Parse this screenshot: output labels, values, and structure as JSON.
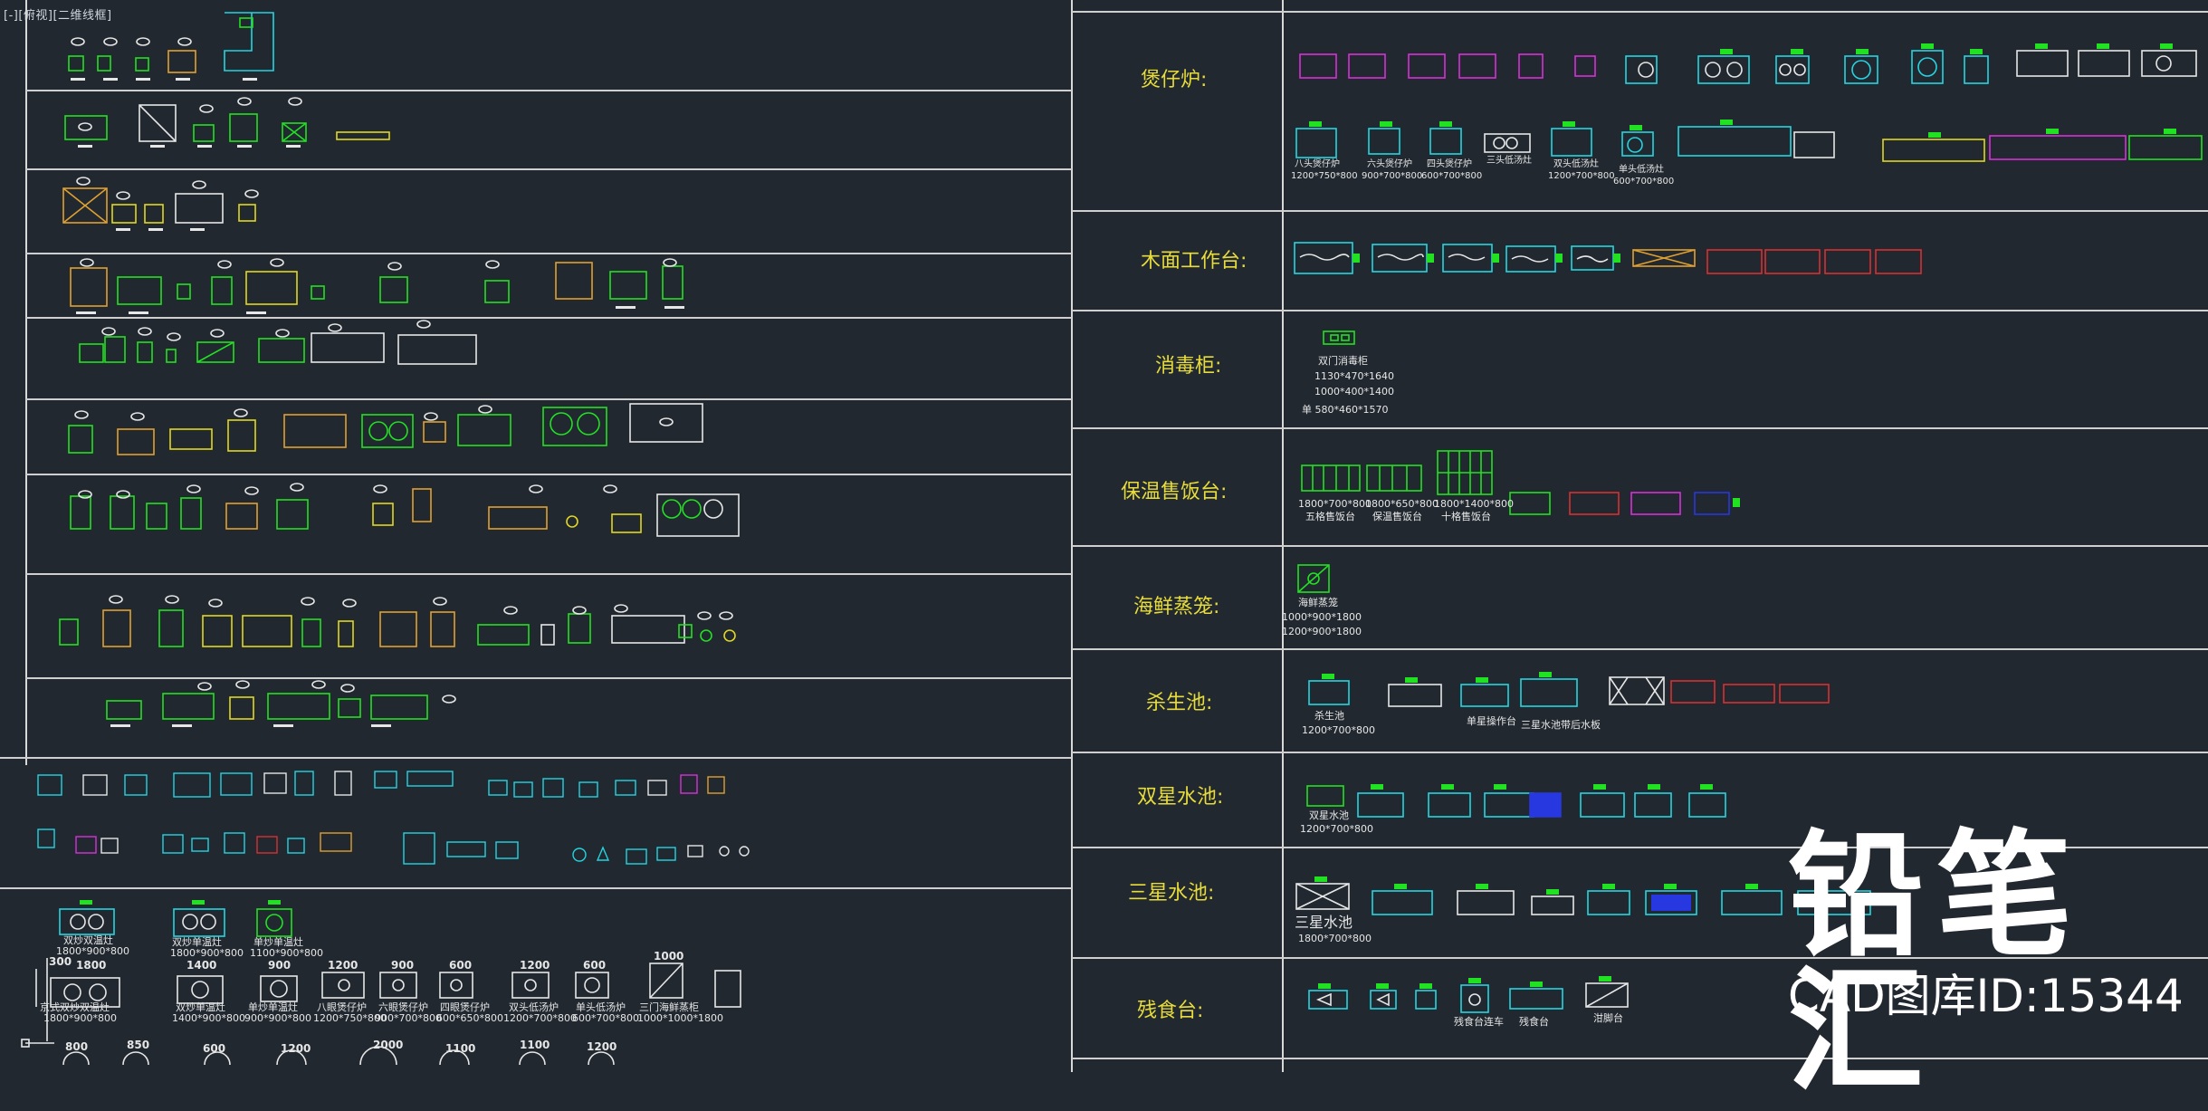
{
  "viewport_label": "[-][俯视][二维线框]",
  "categories": [
    {
      "key": "clay_pot_stove",
      "label": "煲仔炉:"
    },
    {
      "key": "wood_worktable",
      "label": "木面工作台:"
    },
    {
      "key": "disinfection_cabinet",
      "label": "消毒柜:"
    },
    {
      "key": "warming_rice_counter",
      "label": "保温售饭台:"
    },
    {
      "key": "seafood_steamer",
      "label": "海鲜蒸笼:"
    },
    {
      "key": "slaughter_sink",
      "label": "杀生池:"
    },
    {
      "key": "double_sink",
      "label": "双星水池:"
    },
    {
      "key": "triple_sink",
      "label": "三星水池:"
    },
    {
      "key": "leftover_table",
      "label": "残食台:"
    }
  ],
  "captions": {
    "stove_1": "八头煲仔炉",
    "stove_1_dim": "1200*750*800",
    "stove_2": "六头煲仔炉",
    "stove_2_dim": "900*700*800",
    "stove_3": "四头煲仔炉",
    "stove_3_dim": "600*700*800",
    "stove_4": "三头低汤灶",
    "stove_5": "双头低汤灶",
    "stove_5_dim": "1200*700*800",
    "stove_6": "单头低汤灶",
    "stove_6_dim": "600*700*800",
    "disinf_name": "双门消毒柜",
    "disinf_dim1": "1130*470*1640",
    "disinf_dim2": "1000*400*1400",
    "disinf_dim3": "单 580*460*1570",
    "warm_1_dim": "1800*700*800",
    "warm_1_name": "五格售饭台",
    "warm_2_dim": "1800*650*800",
    "warm_2_name": "保温售饭台",
    "warm_3_dim": "1800*1400*800",
    "warm_3_name": "十格售饭台",
    "steamer_name": "海鲜蒸笼",
    "steamer_dim1": "1000*900*1800",
    "steamer_dim2": "1200*900*1800",
    "slaughter_name": "杀生池",
    "slaughter_dim": "1200*700*800",
    "slaughter_2": "单星操作台",
    "slaughter_3": "三星水池带后水板",
    "double_name": "双星水池",
    "double_dim": "1200*700*800",
    "triple_name": "三星水池",
    "triple_dim": "1800*700*800",
    "leftover_1": "残食台连车",
    "leftover_2": "残食台",
    "leftover_3": "泔脚台",
    "left_1": "双炒双温灶",
    "left_1_dim": "1800*900*800",
    "left_2": "双炒单温灶",
    "left_2_dim": "1800*900*800",
    "left_3": "单炒单温灶",
    "left_3_dim": "1100*900*800",
    "left_4": "京式双炒双温灶",
    "left_4_dim": "1800*900*800",
    "left_5": "双炒单温灶",
    "left_5_dim": "1400*900*800",
    "left_6": "单炒单温灶",
    "left_6_dim": "900*900*800",
    "left_7": "八眼煲仔炉",
    "left_7_dim": "1200*750*800",
    "left_8": "六眼煲仔炉",
    "left_8_dim": "900*700*800",
    "left_9": "四眼煲仔炉",
    "left_9_dim": "600*650*800",
    "left_10": "双头低汤炉",
    "left_10_dim": "1200*700*800",
    "left_11": "单头低汤炉",
    "left_11_dim": "600*700*800",
    "left_12": "三门海鲜蒸柜",
    "left_12_dim": "1000*1000*1800",
    "dim_300": "300",
    "dim_1800": "1800",
    "dim_1400": "1400",
    "dim_900a": "900",
    "dim_1200a": "1200",
    "dim_900b": "900",
    "dim_600a": "600",
    "dim_1200b": "1200",
    "dim_600b": "600",
    "dim_1000": "1000",
    "dim_800": "800",
    "dim_850": "850",
    "dim_600c": "600",
    "dim_1200c": "1200",
    "dim_2000": "2000",
    "dim_1100": "1100",
    "dim_1100b": "1100",
    "dim_1200d": "1200"
  },
  "watermark": {
    "logo_text": "铅笔汇",
    "id_text": "CAD图库ID:15344"
  },
  "colors": {
    "background": "#212830",
    "label_yellow": "#e8dc3a",
    "cad_green": "#22e022",
    "cad_cyan": "#25d4e0",
    "cad_yellow": "#e0d820",
    "cad_white": "#e6e6e6",
    "cad_red": "#d83030",
    "cad_magenta": "#d830d8",
    "cad_blue": "#2838e0",
    "cad_orange": "#e0a030"
  }
}
